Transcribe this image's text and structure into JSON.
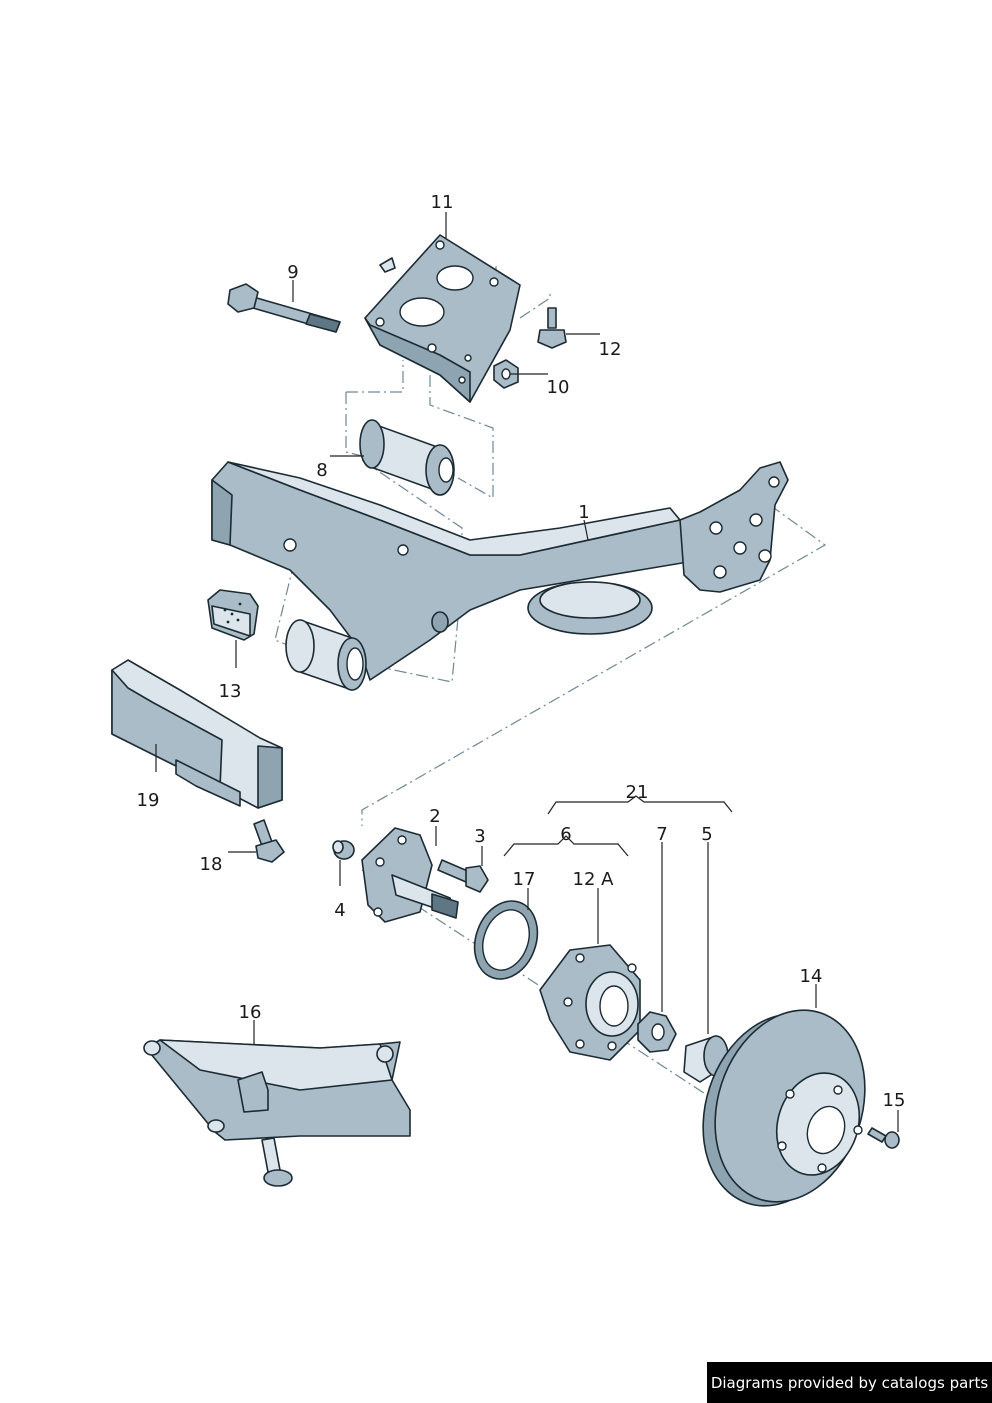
{
  "callouts": {
    "p1": "1",
    "p2": "2",
    "p3": "3",
    "p4": "4",
    "p5": "5",
    "p6": "6",
    "p7": "7",
    "p8": "8",
    "p9": "9",
    "p10": "10",
    "p11": "11",
    "p12": "12",
    "p12a": "12 A",
    "p13": "13",
    "p14": "14",
    "p15": "15",
    "p16": "16",
    "p17": "17",
    "p18": "18",
    "p19": "19",
    "p21": "21"
  },
  "credit": {
    "text": "Diagrams provided by catalogs parts"
  },
  "colors": {
    "part_fill": "#a9bcc7",
    "part_light": "#dbe5eb",
    "outline": "#1c2b33",
    "credit_bg": "#000000"
  }
}
